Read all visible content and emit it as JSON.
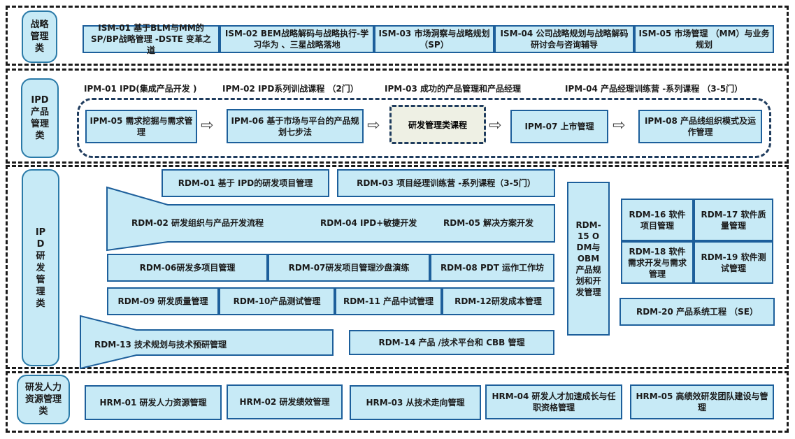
{
  "sections": {
    "strategy": {
      "label": "战略管理类",
      "boxes": [
        "ISM-01 基于BLM与MM的SP/BP战略管理 -DSTE 变革之道",
        "ISM-02 BEM战略解码与战略执行-学习华为 、三星战略落地",
        "ISM-03 市场洞察与战略规划 （SP）",
        "ISM-04 公司战略规划与战略解码研讨会与咨询辅导",
        "ISM-05 市场管理 （MM）与业务规划"
      ]
    },
    "ipd_product": {
      "label": "IPD产品管理类",
      "top_items": [
        "IPM-01 IPD(集成产品开发 )",
        "IPM-02 IPD系列训战课程 （2门）",
        "IPM-03 成功的产品管理和产品经理",
        "IPM-04 产品经理训练营 -系列课程 （3-5门）"
      ],
      "flow": [
        "IPM-05 需求挖掘与需求管理",
        "IPM-06 基于市场与平台的产品规划七步法",
        "研发管理类课程",
        "IPM-07 上市管理",
        "IPM-08 产品线组织模式及运作管理"
      ],
      "arrow": "⇨"
    },
    "ipd_rd": {
      "label": "IPD研发管理类",
      "rdm01": "RDM-01 基于 IPD的研发项目管理",
      "rdm03": "RDM-03 项目经理训练营 -系列课程（3-5门）",
      "rdm02": "RDM-02 研发组织与产品开发流程",
      "rdm04": "RDM-04 IPD+敏捷开发",
      "rdm05": "RDM-05 解决方案开发",
      "row3": [
        "RDM-06研发多项目管理",
        "RDM-07研发项目管理沙盘演练",
        "RDM-08 PDT 运作工作坊"
      ],
      "row4": [
        "RDM-09 研发质量管理",
        "RDM-10产品测试管理",
        "RDM-11 产品中试管理",
        "RDM-12研发成本管理"
      ],
      "rdm13": "RDM-13 技术规划与技术预研管理",
      "rdm14": "RDM-14 产品 /技术平台和 CBB 管理",
      "rdm15": "RDM-15 ODM与OBM产品规划和开发管理",
      "grid": [
        "RDM-16 软件项目管理",
        "RDM-17 软件质量管理",
        "RDM-18 软件需求开发与需求管理",
        "RDM-19 软件测试管理"
      ],
      "rdm20": "RDM-20 产品系统工程 （SE）"
    },
    "hr": {
      "label": "研发人力资源管理类",
      "boxes": [
        "HRM-01 研发人力资源管理",
        "HRM-02 研发绩效管理",
        "HRM-03 从技术走向管理",
        "HRM-04 研发人才加速成长与任职资格管理",
        "HRM-05 高绩效研发团队建设与管理"
      ]
    }
  }
}
